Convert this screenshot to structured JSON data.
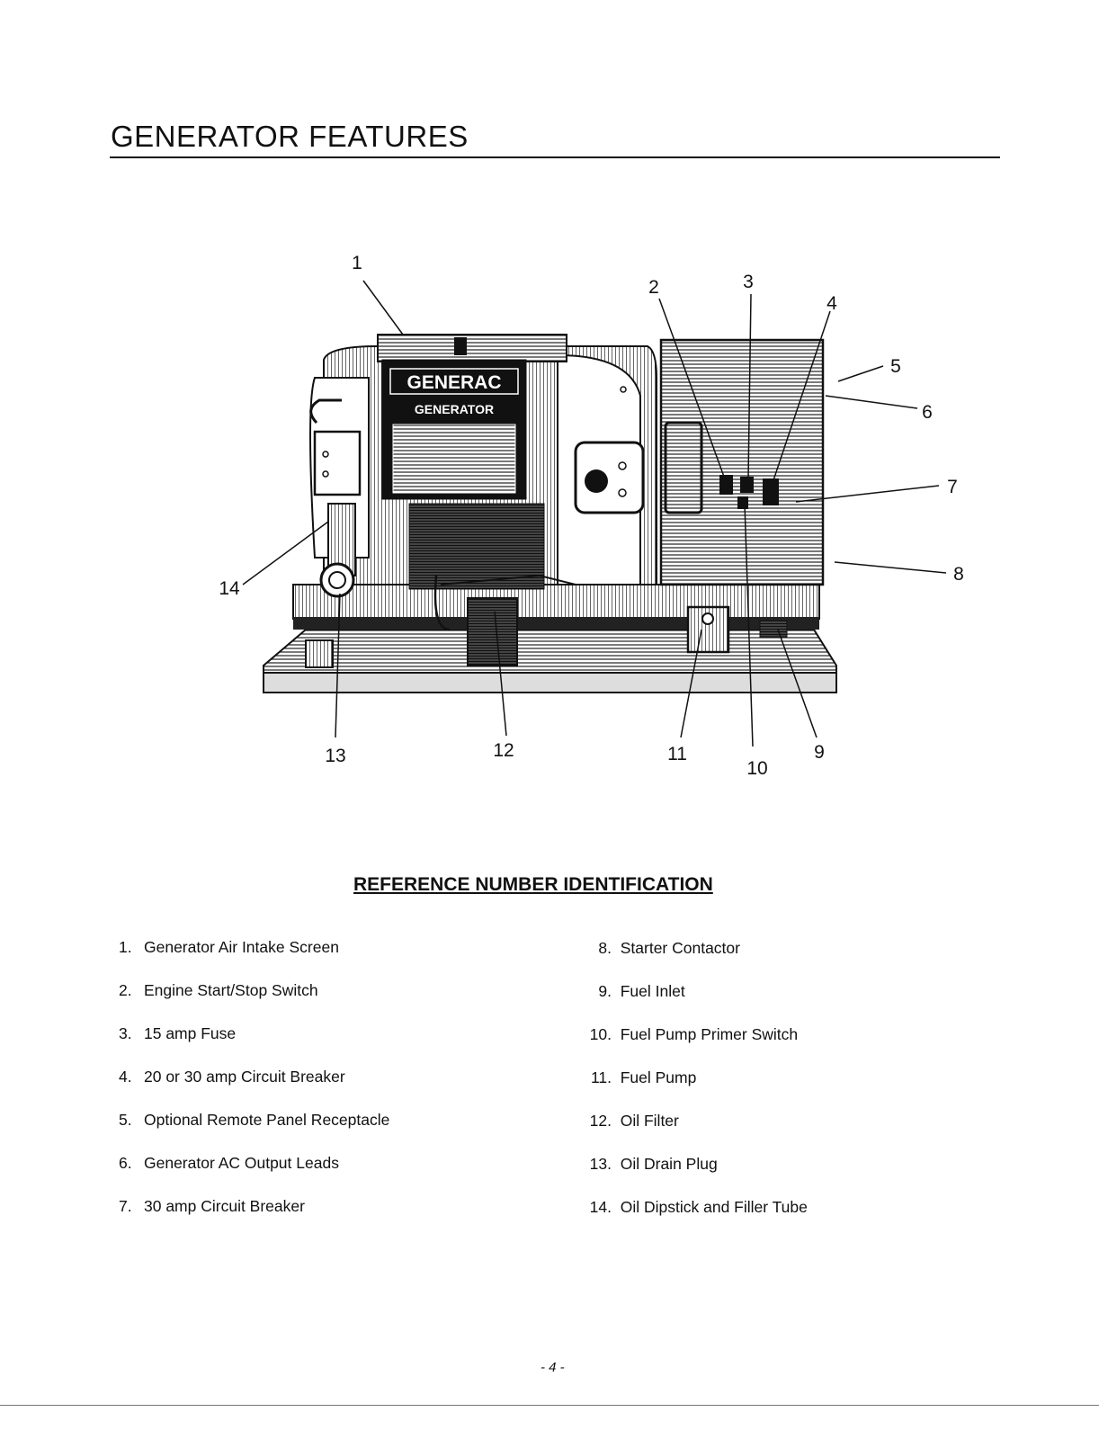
{
  "page": {
    "title": "GENERATOR FEATURES",
    "page_number": "- 4 -"
  },
  "figure": {
    "badge_brand": "GENERAC",
    "badge_product": "GENERATOR",
    "callouts": [
      "1",
      "2",
      "3",
      "4",
      "5",
      "6",
      "7",
      "8",
      "9",
      "10",
      "11",
      "12",
      "13",
      "14"
    ]
  },
  "reference": {
    "heading": "REFERENCE NUMBER IDENTIFICATION",
    "left_items": [
      {
        "num": "1.",
        "label": "Generator Air Intake Screen"
      },
      {
        "num": "2.",
        "label": "Engine Start/Stop Switch"
      },
      {
        "num": "3.",
        "label": "15 amp Fuse"
      },
      {
        "num": "4.",
        "label": "20 or 30 amp Circuit Breaker"
      },
      {
        "num": "5.",
        "label": "Optional Remote Panel Receptacle"
      },
      {
        "num": "6.",
        "label": "Generator AC Output Leads"
      },
      {
        "num": "7.",
        "label": "30 amp Circuit Breaker"
      }
    ],
    "right_items": [
      {
        "num": "8.",
        "label": "Starter Contactor"
      },
      {
        "num": "9.",
        "label": "Fuel Inlet"
      },
      {
        "num": "10.",
        "label": "Fuel Pump Primer Switch"
      },
      {
        "num": "11.",
        "label": "Fuel Pump"
      },
      {
        "num": "12.",
        "label": "Oil Filter"
      },
      {
        "num": "13.",
        "label": "Oil Drain Plug"
      },
      {
        "num": "14.",
        "label": "Oil Dipstick and Filler Tube"
      }
    ]
  }
}
